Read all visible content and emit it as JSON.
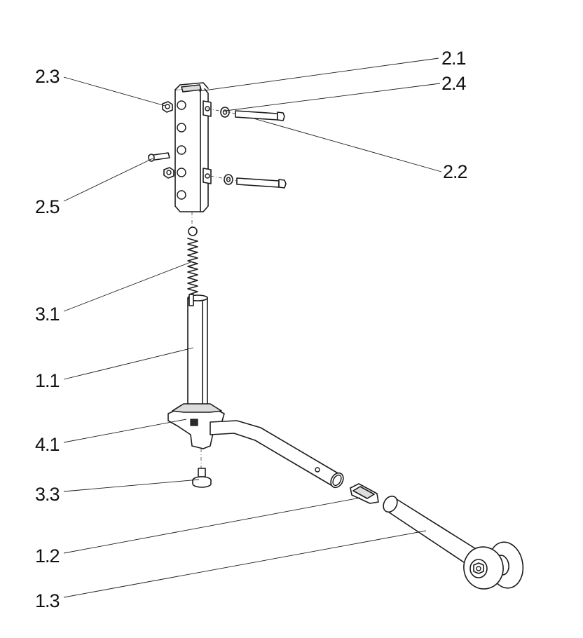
{
  "callouts": {
    "c_2_1": "2.1",
    "c_2_2": "2.2",
    "c_2_3": "2.3",
    "c_2_4": "2.4",
    "c_2_5": "2.5",
    "c_3_1": "3.1",
    "c_1_1": "1.1",
    "c_4_1": "4.1",
    "c_3_3": "3.3",
    "c_1_2": "1.2",
    "c_1_3": "1.3"
  }
}
